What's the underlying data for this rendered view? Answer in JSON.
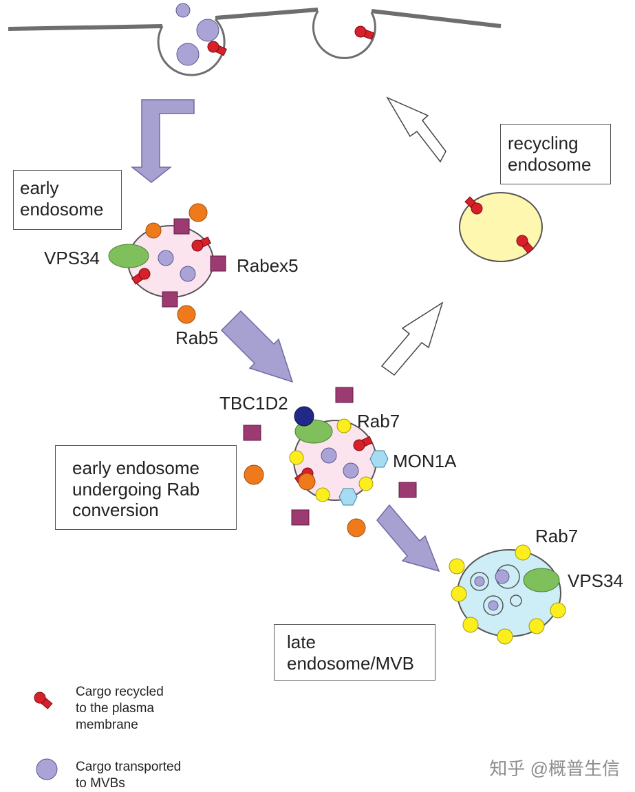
{
  "boxes": {
    "early_endosome": "early\nendosome",
    "recycling_endosome": "recycling\nendosome",
    "rab_conversion": "early endosome\nundergoing Rab\nconversion",
    "late_endosome": "late\nendosome/MVB"
  },
  "labels": {
    "vps34_early": "VPS34",
    "rabex5": "Rabex5",
    "rab5": "Rab5",
    "tbc1d2": "TBC1D2",
    "rab7_mid": "Rab7",
    "mon1a": "MON1A",
    "rab7_late": "Rab7",
    "vps34_late": "VPS34"
  },
  "legend": {
    "recycled": "Cargo recycled\nto the plasma\nmembrane",
    "transported": "Cargo transported\nto MVBs"
  },
  "watermark": "知乎 @概普生信",
  "colors": {
    "pink_endosome": "#fbe4ee",
    "yellow_endosome": "#fdf7b0",
    "blue_endosome": "#cdeef6",
    "purple_cargo": "#a9a3d6",
    "red_cargo": "#d7202a",
    "orange_rab5": "#ee7a1b",
    "magenta_rabex5": "#9c3a72",
    "green_vps34": "#7fbf5c",
    "yellow_rab7": "#fbee1c",
    "blue_mon1a": "#a6dcf2",
    "navy_tbc1d2": "#202a86",
    "arrow_purple": "#a6a1d0"
  }
}
